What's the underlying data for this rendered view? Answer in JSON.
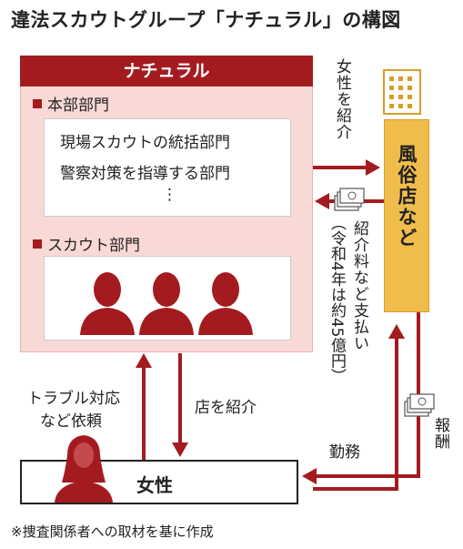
{
  "title": "違法スカウトグループ「ナチュラル」の構図",
  "organization": {
    "name": "ナチュラル",
    "headquarters": {
      "label": "本部部門",
      "items": [
        "現場スカウトの統括部門",
        "警察対策を指導する部門",
        "⋮"
      ]
    },
    "scout_division": {
      "label": "スカウト部門"
    }
  },
  "shop": {
    "label": "風俗店など"
  },
  "woman": {
    "label": "女性"
  },
  "arrows": {
    "introduce_women": "女性を紹介",
    "fee_line1": "紹介料など支払い",
    "fee_line2": "（令和4年は約45億円）",
    "remuneration": "報酬",
    "work": "勤務",
    "trouble_line1": "トラブル対応",
    "trouble_line2": "など依頼",
    "introduce_shop": "店を紹介"
  },
  "colors": {
    "accent": "#a41b1f",
    "org_fill": "#f8d9d6",
    "shop_fill": "#f0bd4c"
  },
  "icons": [
    "building-icon",
    "money-icon",
    "person-silhouette-icon",
    "woman-silhouette-icon"
  ],
  "footnote": "※捜査関係者への取材を基に作成"
}
